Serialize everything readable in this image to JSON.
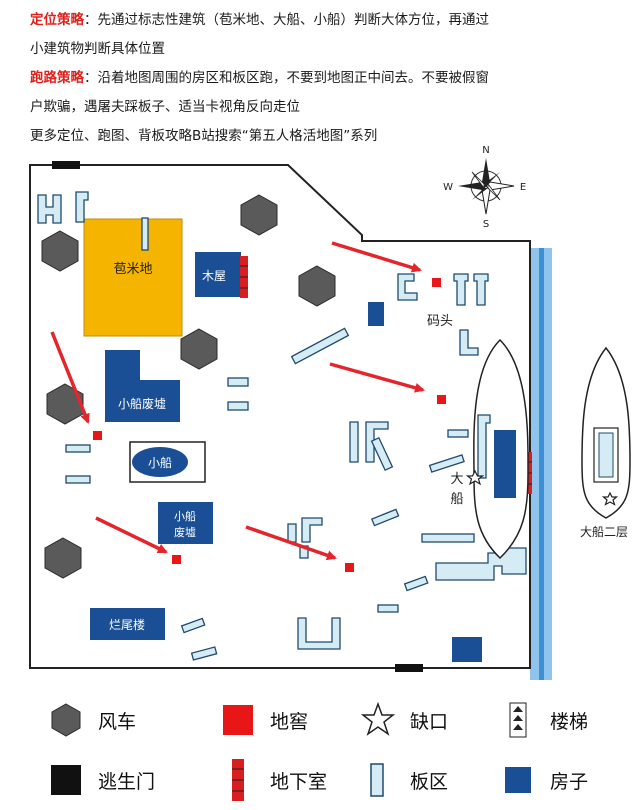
{
  "notes": {
    "line1_kw": "定位策略",
    "line1_text": "：先通过标志性建筑（苞米地、大船、小船）判断大体方位，再通过",
    "line2_text": "小建筑物判断具体位置",
    "line3_kw": "跑路策略",
    "line3_text": "：沿着地图周围的房区和板区跑，不要到地图正中间去。不要被假窗",
    "line4_text": "户欺骗，遇屠夫踩板子、适当卡视角反向走位",
    "line5_text": "更多定位、跑图、背板攻略B站搜索“第五人格活地图”系列"
  },
  "map": {
    "cornfield": "苞米地",
    "cabin": "木屋",
    "small_boat_ruin_top": "小船废墟",
    "small_boat": "小船",
    "small_boat_ruin_bottom_1": "小船",
    "small_boat_ruin_bottom_2": "废墟",
    "unfinished_building": "烂尾楼",
    "dock": "码头",
    "big_ship_1": "大",
    "big_ship_2": "船",
    "big_ship_second_floor": "大船二层"
  },
  "compass": {
    "n": "N",
    "s": "S",
    "e": "E",
    "w": "W"
  },
  "legend": {
    "windmill": "风车",
    "cellar": "地窖",
    "gap": "缺口",
    "stairs": "楼梯",
    "exit_gate": "逃生门",
    "basement": "地下室",
    "pallet_zone": "板区",
    "house": "房子"
  },
  "colors": {
    "keyword_red": "#e0211c",
    "cornfield": "#f5b400",
    "house_blue": "#1a4f96",
    "pallet_fill": "#d6ecf4",
    "pallet_stroke": "#1f4a6e",
    "windmill_gray": "#5a5a5a",
    "cellar_red": "#e81616",
    "river_blue": "#8fc4ec",
    "river_line": "#3d8fd6"
  }
}
